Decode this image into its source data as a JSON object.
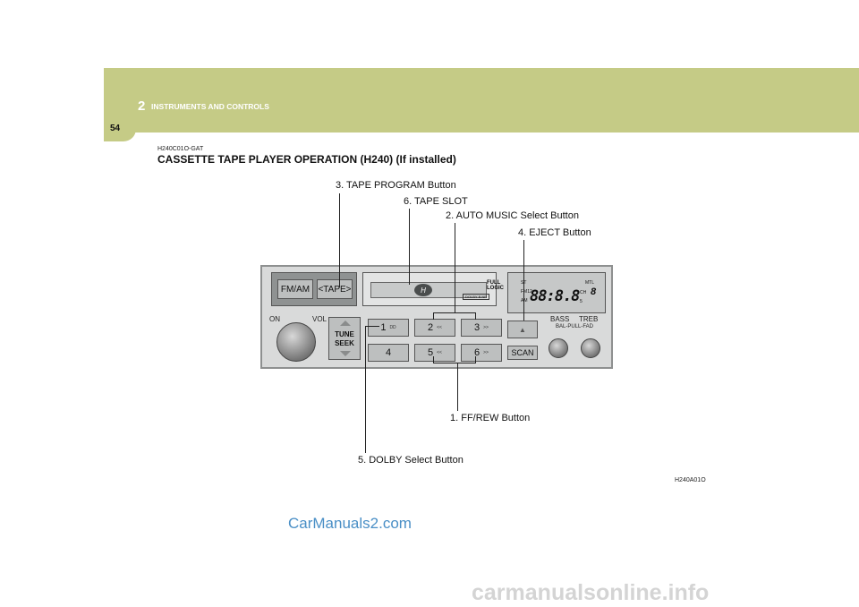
{
  "header": {
    "chapter_number": "2",
    "chapter_title": "INSTRUMENTS AND CONTROLS",
    "page_number": "54"
  },
  "section": {
    "code": "H240C01O-GAT",
    "title": "CASSETTE TAPE PLAYER OPERATION (H240) (If installed)"
  },
  "callouts": {
    "tape_program": "3. TAPE PROGRAM Button",
    "tape_slot": "6. TAPE SLOT",
    "auto_music": "2. AUTO MUSIC Select Button",
    "eject": "4. EJECT Button",
    "ff_rew": "1.  FF/REW Button",
    "dolby": "5. DOLBY Select Button"
  },
  "radio": {
    "fm_am": "FM/AM",
    "tape": "<TAPE>",
    "full_logic": "FULL LOGIC",
    "dolby_mini": "DOLBY B NR",
    "logo": "H",
    "display": {
      "st": "ST",
      "mtl": "MTL",
      "fm12": "FM12",
      "am": "AM",
      "ch": "CH",
      "digits": "88:8.8",
      "ch_digit": "8",
      "side_digit": "5"
    },
    "on": "ON",
    "vol": "VOL",
    "tune": "TUNE",
    "seek": "SEEK",
    "presets": [
      {
        "num": "1",
        "sym": "DD"
      },
      {
        "num": "2",
        "sym": "<<"
      },
      {
        "num": "3",
        "sym": ">>"
      },
      {
        "num": "4",
        "sym": ""
      },
      {
        "num": "5",
        "sym": "<<"
      },
      {
        "num": "6",
        "sym": ">>"
      }
    ],
    "scan": "SCAN",
    "bass": "BASS",
    "treb": "TREB",
    "bal_pull_fad": "BAL-PULL-FAD"
  },
  "figure_code": "H240A01O",
  "watermarks": {
    "top": "CarManuals2.com",
    "bottom": "carmanualsonline.info"
  }
}
